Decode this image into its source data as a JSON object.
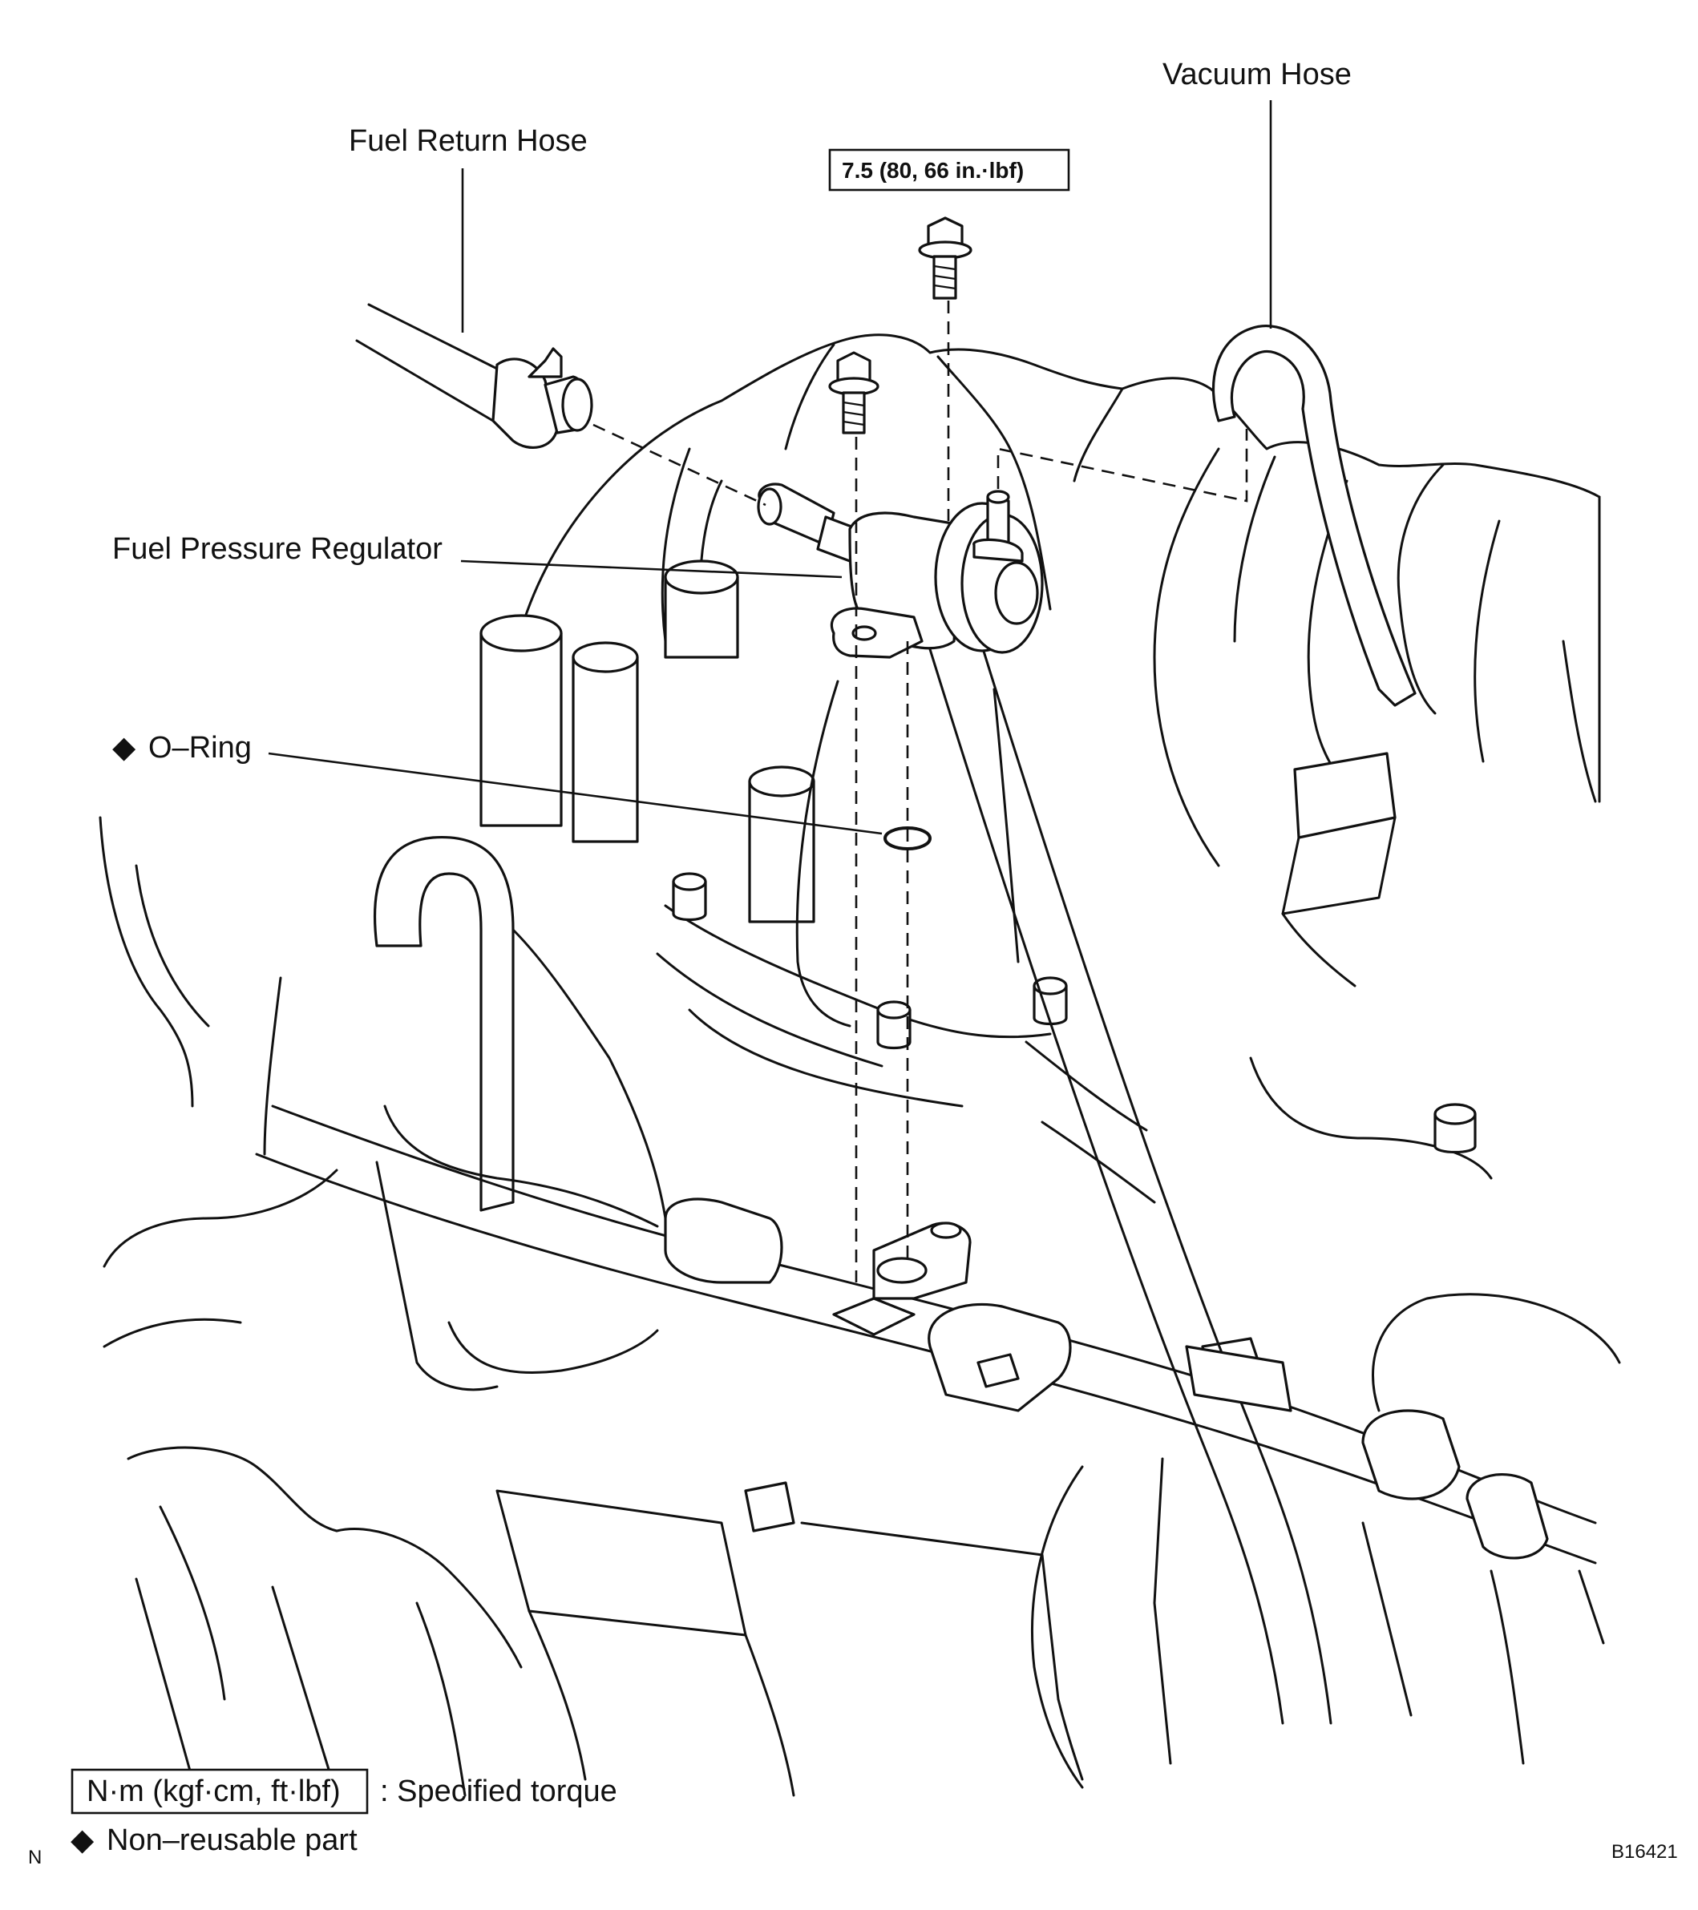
{
  "labels": {
    "vacuum_hose": "Vacuum Hose",
    "fuel_return_hose": "Fuel Return Hose",
    "torque_spec": "7.5 (80, 66 in.·lbf)",
    "fuel_pressure_regulator": "Fuel Pressure Regulator",
    "o_ring": "O–Ring",
    "diamond": "◆"
  },
  "legend": {
    "torque_units": "N·m (kgf·cm, ft·lbf)",
    "torque_desc": ": Specified torque",
    "diamond": "◆",
    "nonreusable_desc": "Non–reusable part"
  },
  "corner": {
    "left_mark": "N",
    "figure_code": "B16421"
  }
}
